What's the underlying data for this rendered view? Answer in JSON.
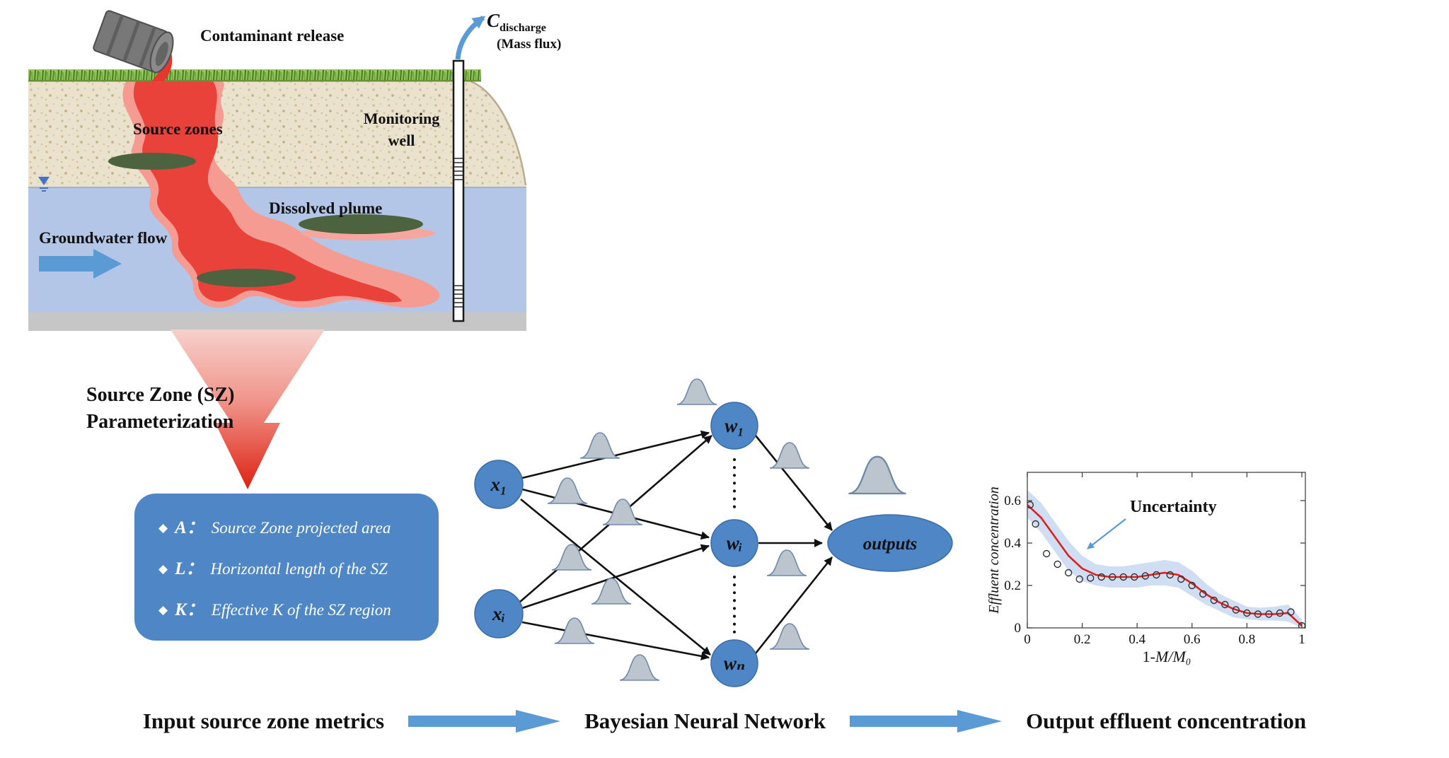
{
  "illustration": {
    "contaminant_release_label": "Contaminant release",
    "source_zones_label": "Source zones",
    "dissolved_plume_label": "Dissolved plume",
    "groundwater_flow_label": "Groundwater flow",
    "monitoring_well_line1": "Monitoring",
    "monitoring_well_line2": "well",
    "discharge_symbol": "C",
    "discharge_subscript": "discharge",
    "mass_flux_label": "(Mass flux)",
    "water_color": "#b3c6e7",
    "plume_color": "#e8423a",
    "source_zone_color": "#4d6340"
  },
  "parameterization": {
    "title_line1": "Source Zone (SZ)",
    "title_line2": "Parameterization",
    "bullet": "◆",
    "box_color": "#4e86c6",
    "items": [
      {
        "label": "A：",
        "desc": "Source Zone projected area"
      },
      {
        "label": "L：",
        "desc": "Horizontal length of the SZ"
      },
      {
        "label": "K：",
        "desc": "Effective K of the SZ region"
      }
    ]
  },
  "network": {
    "node_color": "#4e86c6",
    "input_nodes": [
      {
        "label": "x₁"
      },
      {
        "label": "xᵢ"
      }
    ],
    "hidden_nodes": [
      {
        "label": "w₁"
      },
      {
        "label": "wᵢ"
      },
      {
        "label": "wₙ"
      }
    ],
    "output_label": "outputs"
  },
  "chart_data": {
    "type": "line",
    "title": "",
    "xlabel_prefix": "1-",
    "xlabel_math": "M/M₀",
    "ylabel": "Effluent concentration",
    "annotation": "Uncertainty",
    "xlim": [
      0,
      1
    ],
    "ylim": [
      0,
      0.7
    ],
    "xticks": [
      "0",
      "0.2",
      "0.4",
      "0.6",
      "0.8",
      "1"
    ],
    "xtick_values": [
      0,
      0.2,
      0.4,
      0.6,
      0.8,
      1
    ],
    "yticks": [
      "0",
      "0.2",
      "0.4",
      "0.6"
    ],
    "ytick_values": [
      0,
      0.2,
      0.4,
      0.6
    ],
    "grid": false,
    "line_color": "#e01f1f",
    "band_color": "#cfdef2",
    "point_color": "#333333",
    "line_x": [
      0,
      0.05,
      0.1,
      0.15,
      0.2,
      0.25,
      0.3,
      0.35,
      0.4,
      0.45,
      0.5,
      0.55,
      0.6,
      0.65,
      0.7,
      0.75,
      0.8,
      0.85,
      0.9,
      0.95,
      1
    ],
    "line_y": [
      0.58,
      0.52,
      0.43,
      0.34,
      0.28,
      0.25,
      0.24,
      0.24,
      0.24,
      0.25,
      0.26,
      0.25,
      0.21,
      0.16,
      0.12,
      0.09,
      0.07,
      0.065,
      0.065,
      0.07,
      0.01
    ],
    "band_upper": [
      0.65,
      0.59,
      0.5,
      0.41,
      0.34,
      0.3,
      0.29,
      0.29,
      0.3,
      0.31,
      0.32,
      0.31,
      0.27,
      0.21,
      0.16,
      0.13,
      0.1,
      0.095,
      0.1,
      0.11,
      0.04
    ],
    "band_lower": [
      0.52,
      0.45,
      0.36,
      0.27,
      0.22,
      0.2,
      0.19,
      0.19,
      0.19,
      0.2,
      0.2,
      0.19,
      0.15,
      0.11,
      0.08,
      0.05,
      0.04,
      0.035,
      0.035,
      0.03,
      0
    ],
    "points": [
      [
        0.01,
        0.58
      ],
      [
        0.03,
        0.49
      ],
      [
        0.07,
        0.35
      ],
      [
        0.11,
        0.3
      ],
      [
        0.15,
        0.26
      ],
      [
        0.19,
        0.23
      ],
      [
        0.23,
        0.235
      ],
      [
        0.27,
        0.24
      ],
      [
        0.31,
        0.24
      ],
      [
        0.35,
        0.24
      ],
      [
        0.39,
        0.24
      ],
      [
        0.43,
        0.245
      ],
      [
        0.47,
        0.25
      ],
      [
        0.52,
        0.25
      ],
      [
        0.56,
        0.23
      ],
      [
        0.6,
        0.2
      ],
      [
        0.64,
        0.16
      ],
      [
        0.68,
        0.13
      ],
      [
        0.72,
        0.11
      ],
      [
        0.76,
        0.085
      ],
      [
        0.8,
        0.07
      ],
      [
        0.84,
        0.065
      ],
      [
        0.88,
        0.065
      ],
      [
        0.92,
        0.07
      ],
      [
        0.96,
        0.075
      ],
      [
        1,
        0.01
      ]
    ]
  },
  "flow": {
    "step1": "Input source zone metrics",
    "step2": "Bayesian Neural Network",
    "step3": "Output effluent concentration",
    "arrow_color": "#5b9bd5"
  }
}
